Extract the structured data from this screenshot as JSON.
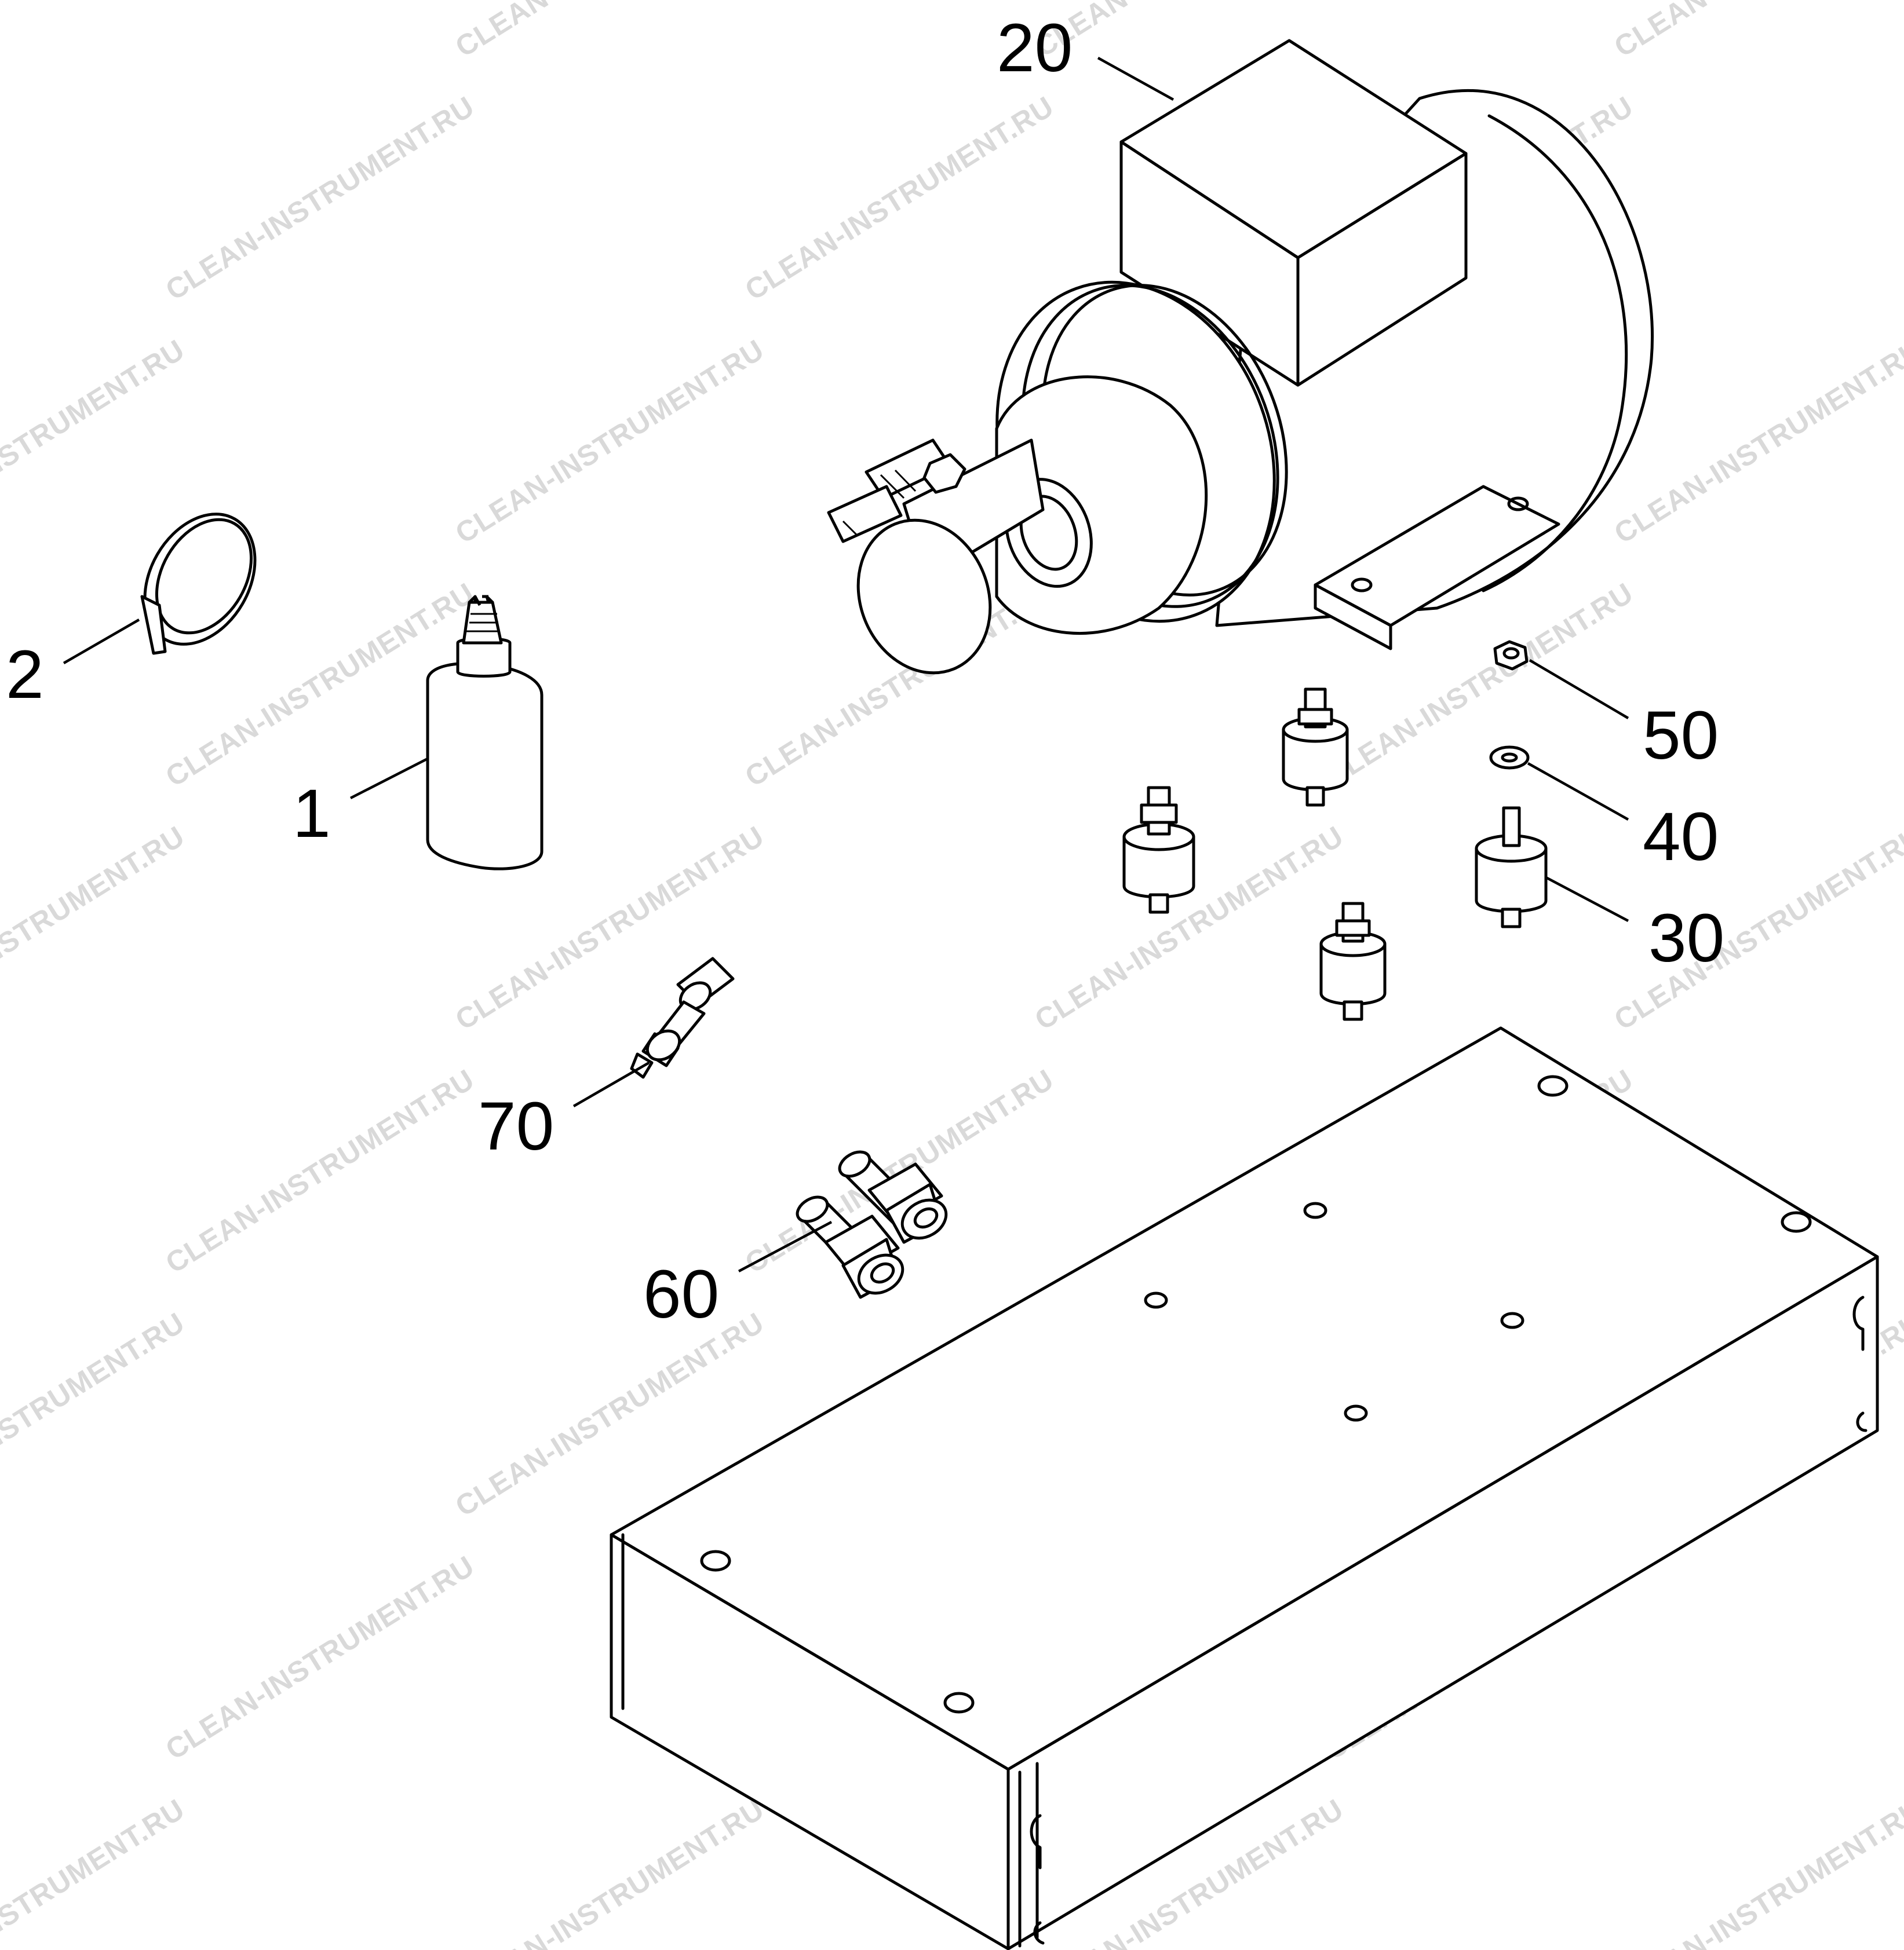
{
  "watermark": "CLEAN-INSTRUMENT.RU",
  "callouts": [
    {
      "id": "1",
      "text": "1"
    },
    {
      "id": "2",
      "text": "2"
    },
    {
      "id": "20",
      "text": "20"
    },
    {
      "id": "30",
      "text": "30"
    },
    {
      "id": "40",
      "text": "40"
    },
    {
      "id": "50",
      "text": "50"
    },
    {
      "id": "60",
      "text": "60"
    },
    {
      "id": "70",
      "text": "70"
    }
  ]
}
